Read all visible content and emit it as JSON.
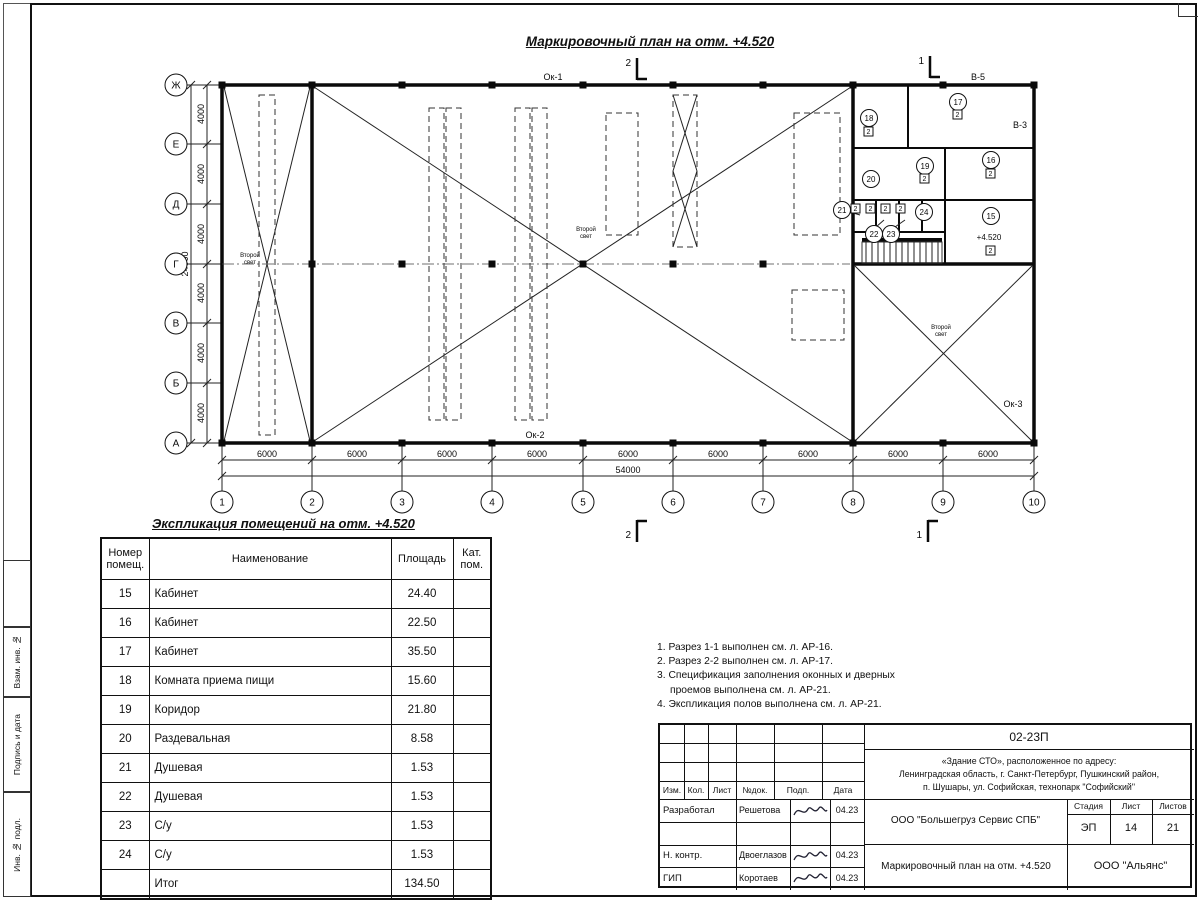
{
  "plan": {
    "title": "Маркировочный план на отм. +4.520",
    "axes_letters": [
      "Ж",
      "Е",
      "Д",
      "Г",
      "В",
      "Б",
      "А"
    ],
    "axes_numbers": [
      "1",
      "2",
      "3",
      "4",
      "5",
      "6",
      "7",
      "8",
      "9",
      "10"
    ],
    "dim_segment_h": "6000",
    "dim_total_h": "54000",
    "dim_segment_v": "4000",
    "dim_total_v": "24000",
    "room_numbers": [
      "15",
      "16",
      "17",
      "18",
      "19",
      "20",
      "21",
      "22",
      "23",
      "24"
    ],
    "door_mark": "2",
    "level_mark": "+4.520",
    "labels": {
      "ok1": "Ок-1",
      "ok2": "Ок-2",
      "ok3": "Ок-3",
      "v5": "В-5",
      "v3": "В-3",
      "second_light_1": "Второй",
      "second_light_2": "свет"
    },
    "sections": {
      "s1": "1",
      "s2": "2"
    }
  },
  "explication": {
    "title": "Экспликация помещений на отм. +4.520",
    "headers": {
      "num": "Номер помещ.",
      "name": "Наименование",
      "area": "Площадь",
      "cat": "Кат. пом."
    },
    "rows": [
      {
        "num": "15",
        "name": "Кабинет",
        "area": "24.40",
        "cat": ""
      },
      {
        "num": "16",
        "name": "Кабинет",
        "area": "22.50",
        "cat": ""
      },
      {
        "num": "17",
        "name": "Кабинет",
        "area": "35.50",
        "cat": ""
      },
      {
        "num": "18",
        "name": "Комната приема пищи",
        "area": "15.60",
        "cat": ""
      },
      {
        "num": "19",
        "name": "Коридор",
        "area": "21.80",
        "cat": ""
      },
      {
        "num": "20",
        "name": "Раздевальная",
        "area": "8.58",
        "cat": ""
      },
      {
        "num": "21",
        "name": "Душевая",
        "area": "1.53",
        "cat": ""
      },
      {
        "num": "22",
        "name": "Душевая",
        "area": "1.53",
        "cat": ""
      },
      {
        "num": "23",
        "name": "С/у",
        "area": "1.53",
        "cat": ""
      },
      {
        "num": "24",
        "name": "С/у",
        "area": "1.53",
        "cat": ""
      },
      {
        "num": "",
        "name": "Итог",
        "area": "134.50",
        "cat": ""
      }
    ]
  },
  "notes": [
    "1. Разрез 1-1 выполнен см. л. АР-16.",
    "2. Разрез 2-2 выполнен см. л. АР-17.",
    "3. Спецификация заполнения оконных и дверных",
    "проемов выполнена см. л. АР-21.",
    "4. Экспликация полов выполнена см. л. АР-21."
  ],
  "titleblock": {
    "code": "02-23П",
    "address": [
      "«Здание СТО», расположенное по адресу:",
      "Ленинградская область, г. Санкт-Петербург, Пушкинский район,",
      "п. Шушары, ул. Софийская, технопарк \"Софийский\""
    ],
    "rev_headers": [
      "Изм.",
      "Кол.",
      "Лист",
      "№док.",
      "Подп.",
      "Дата"
    ],
    "sign_rows": [
      {
        "role": "Разработал",
        "name": "Решетова",
        "date": "04.23"
      },
      {
        "role": "Н. контр.",
        "name": "Двоеглазов",
        "date": "04.23"
      },
      {
        "role": "ГИП",
        "name": "Коротаев",
        "date": "04.23"
      }
    ],
    "company": "ООО \"Большегруз Сервис СПБ\"",
    "stage_headers": [
      "Стадия",
      "Лист",
      "Листов"
    ],
    "stage": "ЭП",
    "sheet": "14",
    "sheets_total": "21",
    "doc_title": "Маркировочный план на отм. +4.520",
    "org": "ООО \"Альянс\""
  },
  "side_stamps": [
    "Взам. инв. №",
    "Подпись и дата",
    "Инв. № подл."
  ]
}
